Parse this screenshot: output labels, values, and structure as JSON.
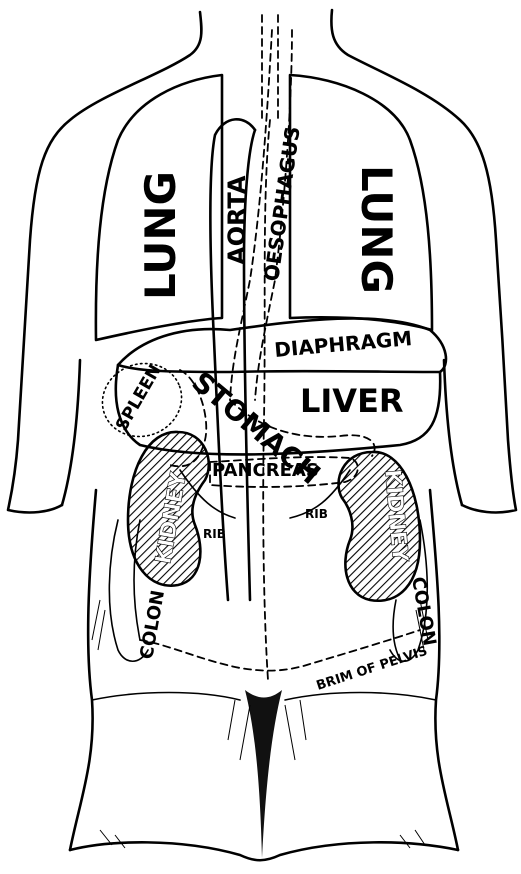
{
  "labels": {
    "lung_left": "LUNG",
    "lung_right": "LUNG",
    "aorta": "AORTA",
    "oesophagus": "OESOPHAGUS",
    "diaphragm": "DIAPHRAGM",
    "liver": "LIVER",
    "spleen": "SPLEEN",
    "stomach": "STOMACH",
    "pancreas": "PANCREAS",
    "kidney_left": "KIDNEY",
    "kidney_right": "KIDNEY",
    "rib_left": "RIB",
    "rib_right": "RIB",
    "colon_left": "COLON",
    "colon_right": "COLON",
    "brim_of_pelvis": "BRIM OF PELVIS"
  }
}
